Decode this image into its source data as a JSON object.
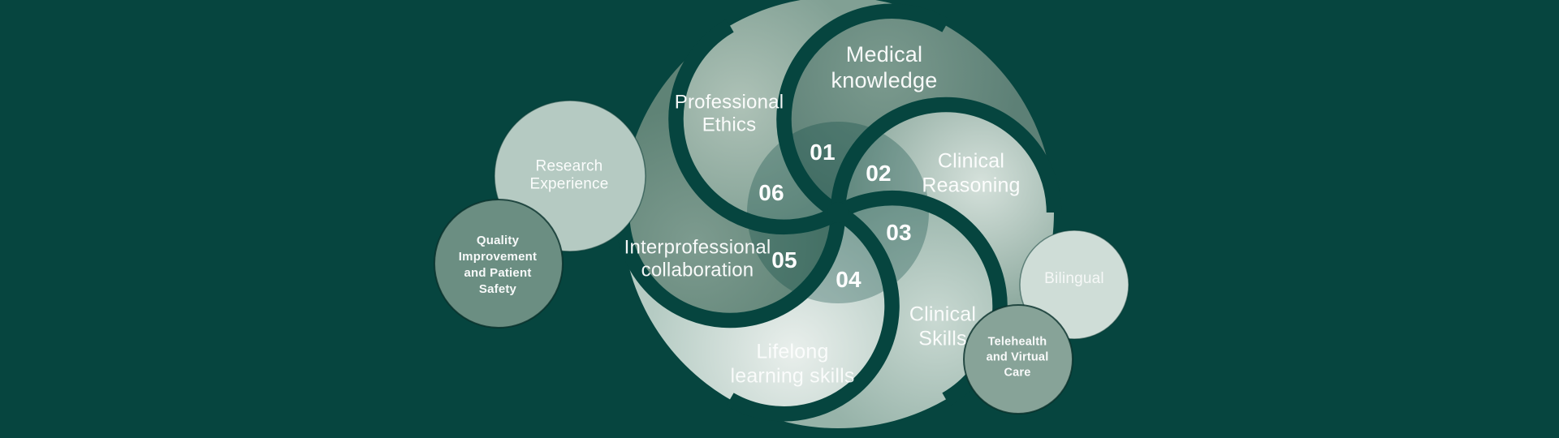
{
  "colors": {
    "background": "#06453f",
    "overlay": "#06453f",
    "text": "#ffffff"
  },
  "diagram": {
    "petals": [
      {
        "number": "01",
        "label": "Medical\nknowledge",
        "color": "#5d8076",
        "color_light": "#7b9a8e"
      },
      {
        "number": "02",
        "label": "Clinical\nReasoning",
        "color": "#8aa79c",
        "color_light": "#d5e1db"
      },
      {
        "number": "03",
        "label": "Clinical\nSkills",
        "color": "#97b3a9",
        "color_light": "#c9d9d2"
      },
      {
        "number": "04",
        "label": "Lifelong\nlearning skills",
        "color": "#b5cbc3",
        "color_light": "#e9efec"
      },
      {
        "number": "05",
        "label": "Interprofessional\ncollaboration",
        "color": "#5f8376",
        "color_light": "#7d9b8f"
      },
      {
        "number": "06",
        "label": "Professional\nEthics",
        "color": "#81a094",
        "color_light": "#aec2b7"
      }
    ],
    "satellites": [
      {
        "id": "research",
        "label": "Research\nExperience",
        "color": "#b5cac2"
      },
      {
        "id": "quality",
        "label": "Quality\nImprovement\nand Patient\nSafety",
        "color": "#6b8e82"
      },
      {
        "id": "bilingual",
        "label": "Bilingual",
        "color": "#cfddd7"
      },
      {
        "id": "telehealth",
        "label": "Telehealth\nand Virtual\nCare",
        "color": "#87a398"
      }
    ]
  }
}
